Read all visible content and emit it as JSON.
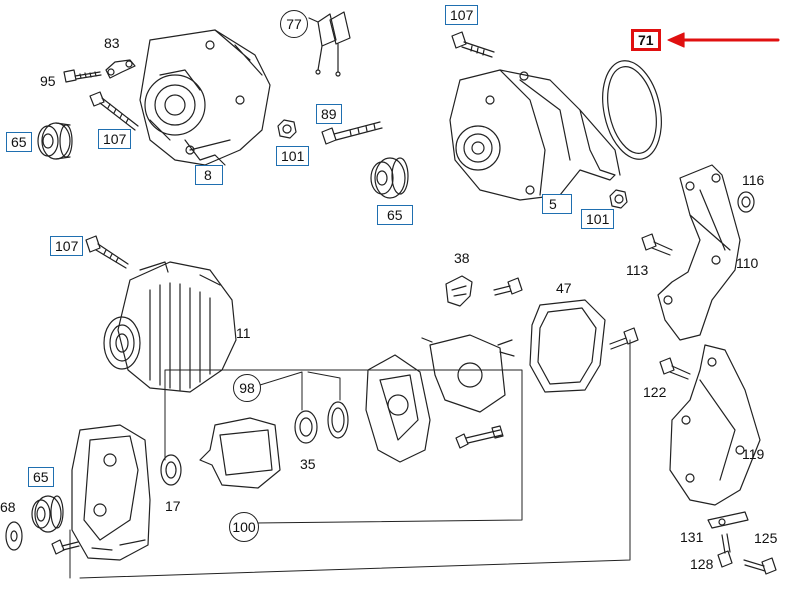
{
  "highlight_color": "#e01010",
  "callout_box_color": "#1f6fb0",
  "callouts": {
    "c83": "83",
    "c95": "95",
    "c65a": "65",
    "c107a": "107",
    "c8": "8",
    "c77": "77",
    "c89": "89",
    "c101a": "101",
    "c65b": "65",
    "c107b": "107",
    "c71": "71",
    "c5": "5",
    "c101b": "101",
    "c116": "116",
    "c113": "113",
    "c110": "110",
    "c107c": "107",
    "c11": "11",
    "c38": "38",
    "c47": "47",
    "c98": "98",
    "c35": "35",
    "c17": "17",
    "c100": "100",
    "c65c": "65",
    "c68": "68",
    "c122": "122",
    "c119": "119",
    "c131": "131",
    "c125": "125",
    "c128": "128"
  }
}
